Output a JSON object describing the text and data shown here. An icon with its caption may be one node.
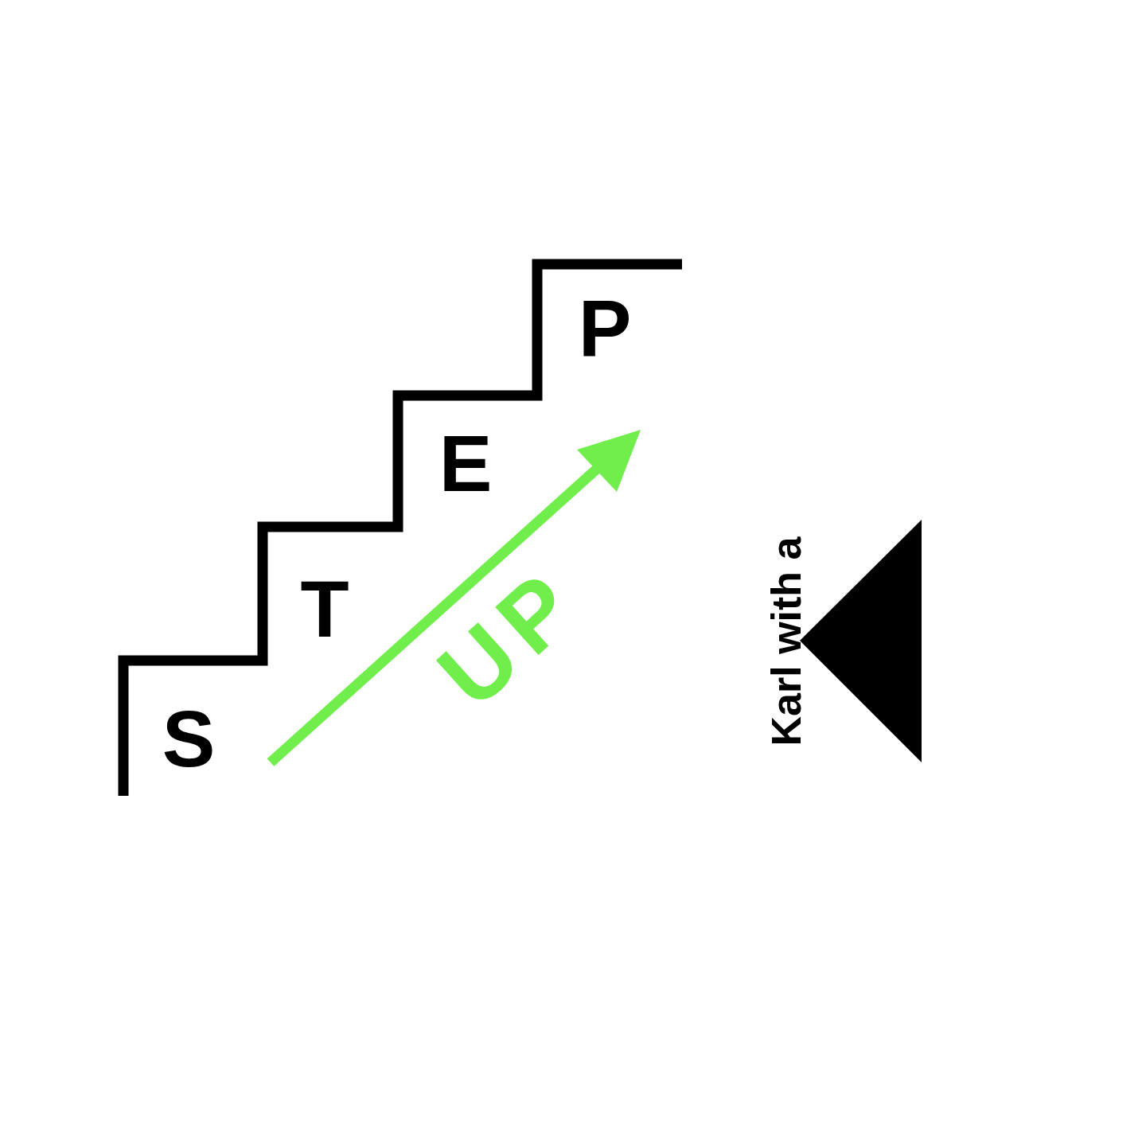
{
  "diagram": {
    "labels": [
      "P",
      "E",
      "T",
      "S",
      "UP",
      "Karl with a"
    ]
  }
}
